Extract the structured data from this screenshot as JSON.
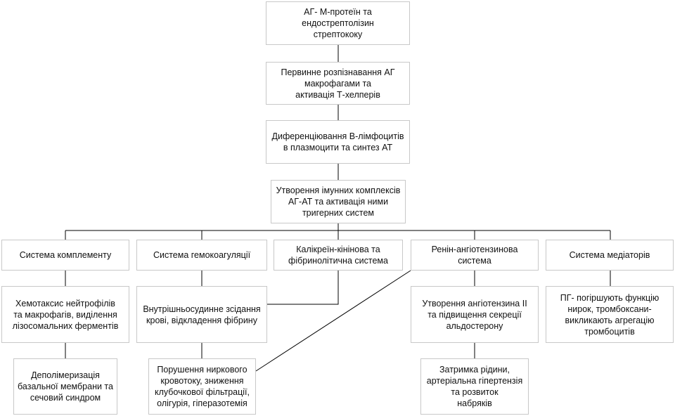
{
  "nodes": {
    "antigen": "АГ- М-протеїн та\nендострептолізин\nстрептококу",
    "recognition": "Первинне розпізнавання АГ\nмакрофагами та\nактивація Т-хелперів",
    "differentiation": "Диференціювання В-лімфоцитів\nв плазмоцити та синтез АТ",
    "immune_complexes": "Утворення імунних комплексів\nАГ-АТ та активація ними\nтригерних систем",
    "complement": "Система комплементу",
    "hemocoagulation": "Система гемокоагуляції",
    "kallikrein": "Калікреїн-кінінова та\nфібринолітична система",
    "renin": "Ренін-ангіотензинова\nсистема",
    "mediators": "Система медіаторів",
    "chemotaxis": "Хемотаксис нейтрофілів\nта макрофагів, виділення\nлізосомальних ферментів",
    "coagulation": "Внутрішньосудинне зсідання\nкрові, відкладення фібрину",
    "angiotensin": "Утворення ангіотензина ІІ\nта підвищення секреції\nальдостерону",
    "pg": "ПГ- погіршують функцію\nнирок, тромбоксани-\nвикликають агрегацію\nтромбоцитів",
    "depolymerization": "Деполімеризація\nбазальної мембрани та\nсечовий синдром",
    "blood_flow": "Порушення ниркового\nкровотоку, зниження\nклубочкової фільтрації,\nолігурія, гіперазотемія",
    "fluid_retention": "Затримка рідини,\nартеріальна гіпертензія\nта розвиток\nнабряків"
  },
  "colors": {
    "border": "#c8c8c8",
    "line": "#000000",
    "text": "#111111"
  }
}
